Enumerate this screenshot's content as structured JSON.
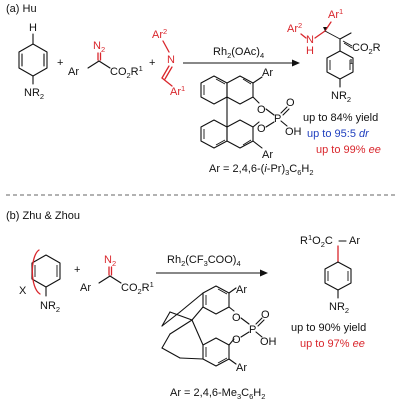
{
  "section_a": {
    "label": "(a) Hu",
    "reagent_H": "H",
    "reagent_NR2": "NR",
    "reagent_NR2_sub": "2",
    "plus1": "+",
    "diazo_N2": "N",
    "diazo_N2_sub": "2",
    "diazo_Ar": "Ar",
    "diazo_CO2R1": "CO",
    "diazo_CO2R1_sub": "2",
    "diazo_R1": "R",
    "diazo_R1_sup": "1",
    "plus2": "+",
    "imine_Ar2": "Ar",
    "imine_Ar2_sup": "2",
    "imine_N": "N",
    "imine_Ar1": "Ar",
    "imine_Ar1_sup": "1",
    "catalyst_text": "Rh",
    "catalyst_sub": "2",
    "catalyst_text2": "(OAc)",
    "catalyst_sub2": "4",
    "cpa_Ar_top": "Ar",
    "cpa_Ar_bottom": "Ar",
    "cpa_O1": "O",
    "cpa_O2": "O",
    "cpa_P": "P",
    "cpa_Odbl": "O",
    "cpa_OH": "OH",
    "ar_definition": "Ar = 2,4,6-(",
    "ar_definition_italic": "i",
    "ar_definition_rest": "-Pr)",
    "ar_definition_sub1": "3",
    "ar_definition_rest2": "C",
    "ar_definition_sub2": "6",
    "ar_definition_rest3": "H",
    "ar_definition_sub3": "2",
    "product_Ar2": "Ar",
    "product_Ar2_sup": "2",
    "product_NH": "N",
    "product_H": "H",
    "product_Ar1": "Ar",
    "product_Ar1_sup": "1",
    "product_CO2R": "CO",
    "product_CO2R_sub": "2",
    "product_R": "R",
    "product_locant1": "1",
    "product_NR2": "NR",
    "product_NR2_sub": "2",
    "yield_text": "up to 84% yield",
    "dr_text": "up to 95:5 ",
    "dr_italic": "dr",
    "ee_text": "up to 99% ",
    "ee_italic": "ee"
  },
  "section_b": {
    "label": "(b) Zhu & Zhou",
    "reagent_X": "X",
    "reagent_NR2": "NR",
    "reagent_NR2_sub": "2",
    "plus1": "+",
    "diazo_N2": "N",
    "diazo_N2_sub": "2",
    "diazo_Ar": "Ar",
    "diazo_CO2R1": "CO",
    "diazo_CO2R1_sub": "2",
    "diazo_R1": "R",
    "diazo_R1_sup": "1",
    "catalyst_text": "Rh",
    "catalyst_sub": "2",
    "catalyst_text2": "(CF",
    "catalyst_sub2": "3",
    "catalyst_text3": "COO)",
    "catalyst_sub3": "4",
    "cpa_Ar_top": "Ar",
    "cpa_Ar_bottom": "Ar",
    "cpa_O1": "O",
    "cpa_O2": "O",
    "cpa_P": "P",
    "cpa_Odbl": "O",
    "cpa_OH": "OH",
    "ar_definition": "Ar = 2,4,6-Me",
    "ar_definition_sub1": "3",
    "ar_definition_rest": "C",
    "ar_definition_sub2": "6",
    "ar_definition_rest2": "H",
    "ar_definition_sub3": "2",
    "product_R1O2C_R": "R",
    "product_R1O2C_sup": "1",
    "product_R1O2C_O": "O",
    "product_R1O2C_sub": "2",
    "product_R1O2C_C": "C",
    "product_Ar": "Ar",
    "product_NR2": "NR",
    "product_NR2_sub": "2",
    "yield_text": "up to 90% yield",
    "ee_text": "up to 97% ",
    "ee_italic": "ee"
  },
  "colors": {
    "red": "#d9262c",
    "blue": "#1f3fbf",
    "text": "#111111"
  }
}
